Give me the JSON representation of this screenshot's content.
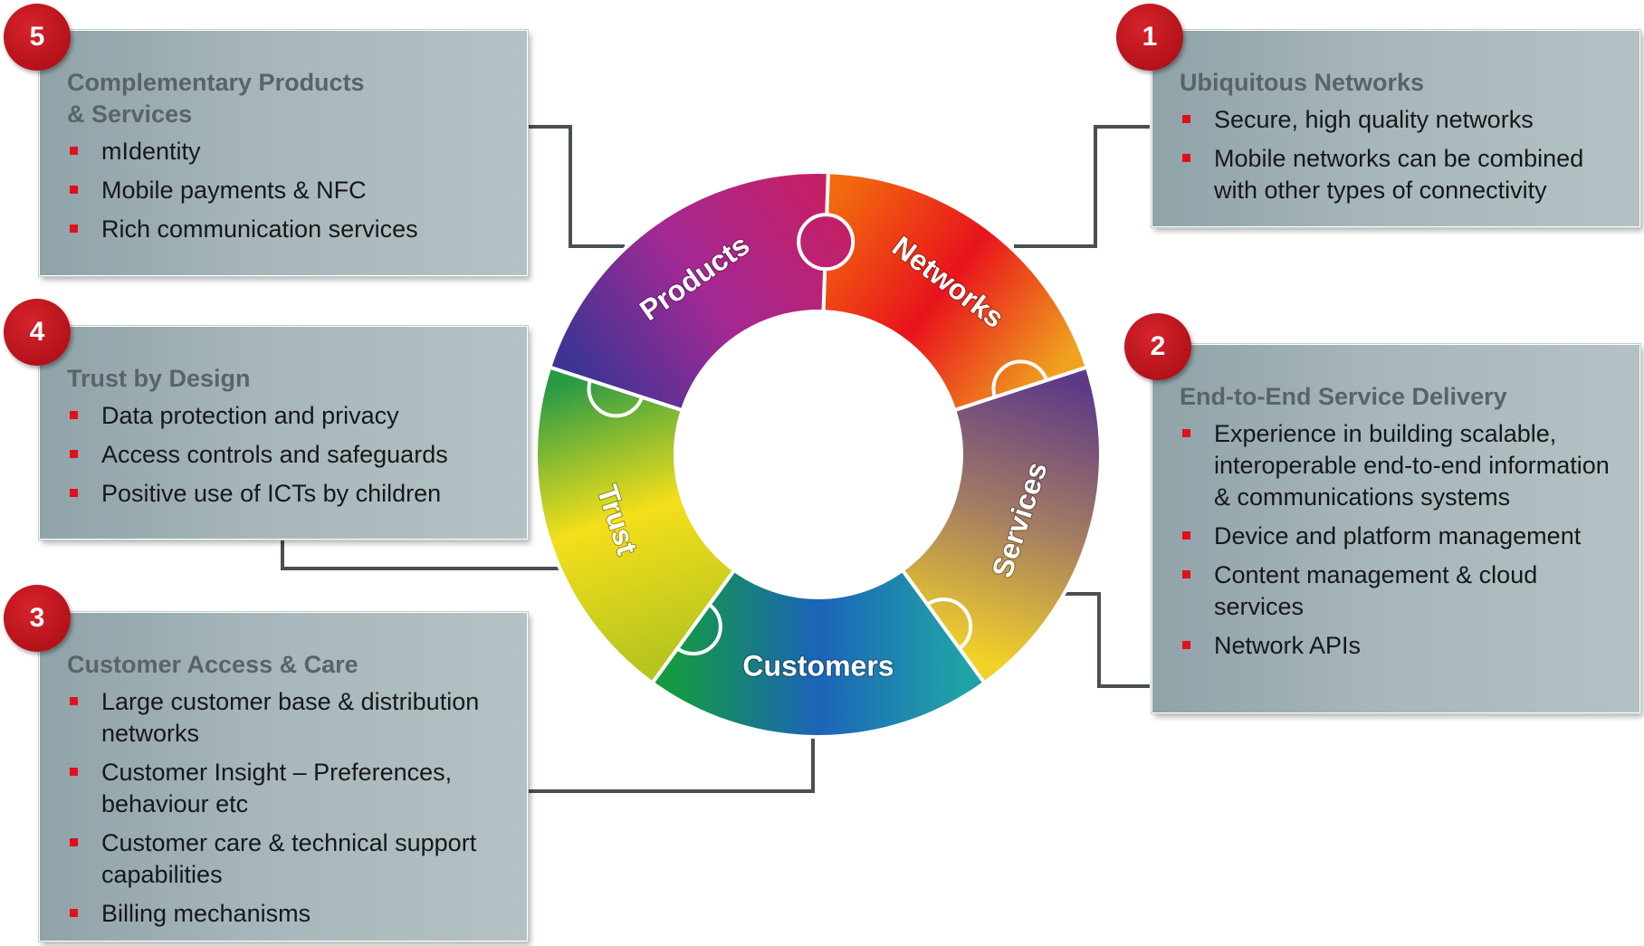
{
  "wheel": {
    "segments": [
      {
        "label": "Networks",
        "colors": [
          "#f26a0f",
          "#e8131c",
          "#f0a21f"
        ]
      },
      {
        "label": "Services",
        "colors": [
          "#5e3a86",
          "#a47c63",
          "#f2d128"
        ]
      },
      {
        "label": "Customers",
        "colors": [
          "#20a2a6",
          "#1c64b9",
          "#149a42"
        ]
      },
      {
        "label": "Trust",
        "colors": [
          "#b8c51f",
          "#f4df1a",
          "#2a9a45"
        ]
      },
      {
        "label": "Products",
        "colors": [
          "#3d3494",
          "#a32994",
          "#c41f66"
        ]
      }
    ]
  },
  "panels": [
    {
      "number": "1",
      "title": "Ubiquitous Networks",
      "items": [
        "Secure, high quality networks",
        "Mobile networks can be combined with other types of connectivity"
      ]
    },
    {
      "number": "2",
      "title": "End-to-End Service Delivery",
      "items": [
        "Experience in building scalable, interoperable end-to-end information & communications systems",
        "Device and platform management",
        "Content management & cloud services",
        "Network APIs"
      ]
    },
    {
      "number": "3",
      "title": "Customer Access & Care",
      "items": [
        "Large customer base & distribution networks",
        "Customer Insight – Preferences, behaviour etc",
        "Customer care & technical support capabilities",
        "Billing mechanisms"
      ]
    },
    {
      "number": "4",
      "title": "Trust by Design",
      "items": [
        "Data protection and privacy",
        "Access controls and safeguards",
        "Positive use of ICTs by children"
      ]
    },
    {
      "number": "5",
      "title": "Complementary Products\n& Services",
      "items": [
        "mIdentity",
        "Mobile payments & NFC",
        "Rich communication services"
      ]
    }
  ]
}
